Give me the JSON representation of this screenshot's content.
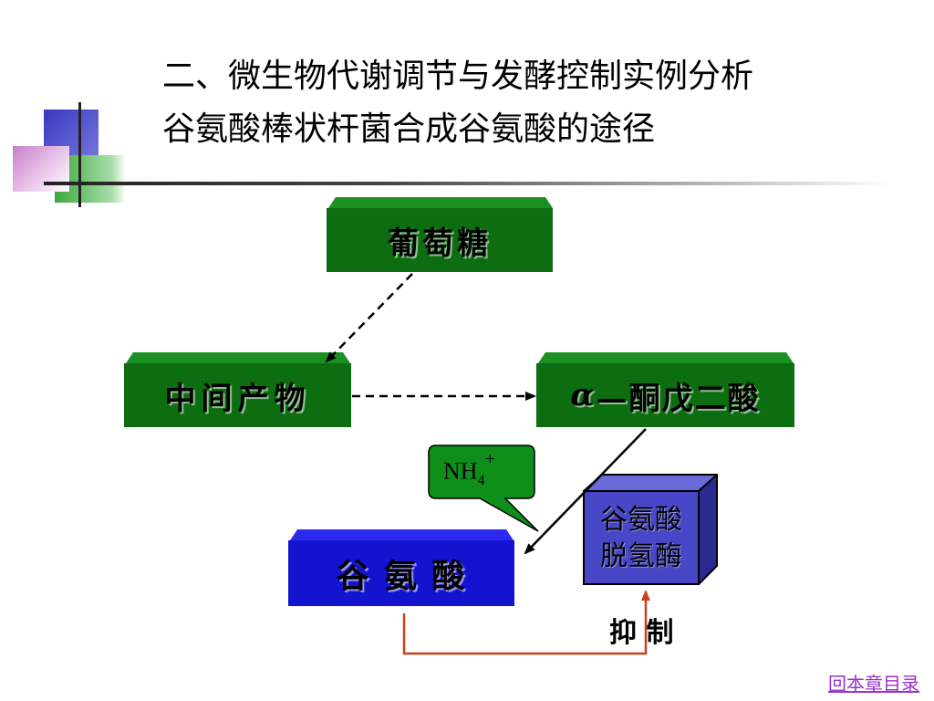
{
  "title": {
    "line1": "二、微生物代谢调节与发酵控制实例分析",
    "line2": "谷氨酸棒状杆菌合成谷氨酸的途径"
  },
  "diagram": {
    "nodes": {
      "glucose": "葡萄糖",
      "intermediate": "中间产物",
      "alpha_prefix": "α",
      "alpha_rest": "—酮戊二酸",
      "glutamate": "谷 氨 酸",
      "enzyme_line1": "谷氨酸",
      "enzyme_line2": "脱氢酶"
    },
    "callout": {
      "base": "NH",
      "sub": "4",
      "sup": "+"
    },
    "inhibit_label": "抑 制"
  },
  "nav": {
    "back_link": "回本章目录"
  },
  "colors": {
    "green_box": "#0c6e10",
    "green_box_top": "#118a18",
    "green_box_side": "#084d0b",
    "blue_box": "#1a1adc",
    "enzyme_box": "#4747c8",
    "callout": "#0d8f1a",
    "inhibit_arrow": "#c8411e",
    "link": "#9933cc"
  }
}
